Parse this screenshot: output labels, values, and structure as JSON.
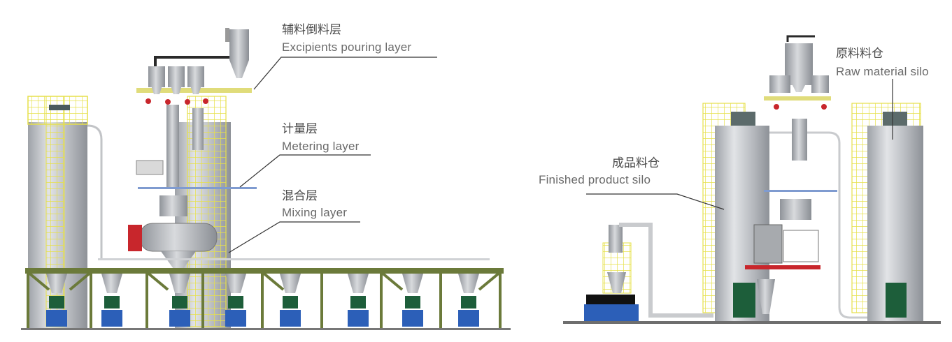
{
  "labels": {
    "excipients": {
      "zh": "辅料倒料层",
      "en": "Excipients pouring layer"
    },
    "metering": {
      "zh": "计量层",
      "en": "Metering layer"
    },
    "mixing": {
      "zh": "混合层",
      "en": "Mixing layer"
    },
    "finished": {
      "zh": "成品料仓",
      "en": "Finished product silo"
    },
    "raw": {
      "zh": "原料料仓",
      "en": "Raw material silo"
    }
  },
  "colors": {
    "silo": "#b9bcc1",
    "ladder": "#e6e04a",
    "frame": "#6b7a3a",
    "motor_green": "#1d5e3a",
    "base_blue": "#2c5fb8",
    "valve_red": "#c8262c",
    "platform_yellow": "#e0dc7a",
    "metering_blue": "#7f9bd0"
  }
}
